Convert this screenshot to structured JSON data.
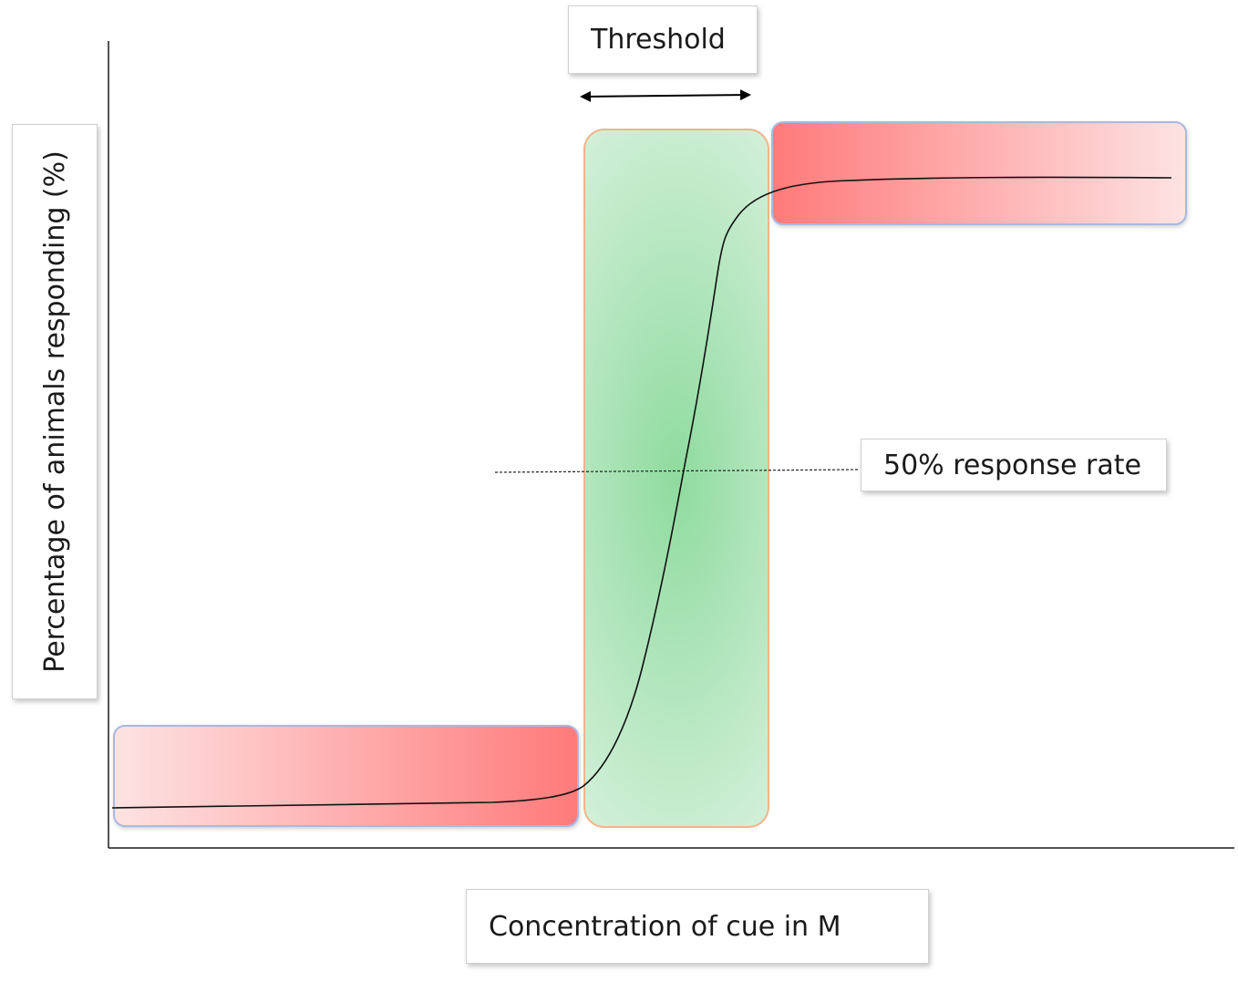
{
  "labels": {
    "threshold": "Threshold",
    "response_rate": "50% response rate",
    "x_axis": "Concentration of cue in M",
    "y_axis": "Percentage of animals responding (%)"
  },
  "colors": {
    "axis": "#1a1a1a",
    "curve": "#111111",
    "low_zone_light": "#fde3e3",
    "low_zone_dark": "#ff7a7a",
    "high_zone_dark": "#ff7a7a",
    "high_zone_light": "#fde3e3",
    "zone_border": "#aab8e0",
    "threshold_zone_center": "#8fdb9f",
    "threshold_zone_edge": "#def4e2",
    "threshold_zone_border": "#f2b48a"
  },
  "chart_data": {
    "type": "line",
    "curve": "sigmoid dose-response",
    "x_scale": "concentration",
    "y_scale": "percent responding",
    "reference_line": "50%",
    "zones": [
      "low response",
      "threshold",
      "high response"
    ]
  }
}
